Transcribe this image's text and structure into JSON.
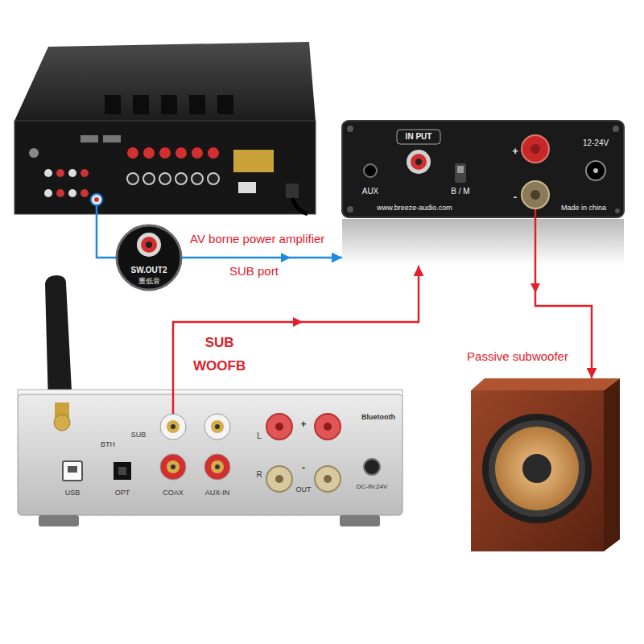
{
  "diagram": {
    "nodes": [
      {
        "text": [
          "SW.OUT2",
          "重低音"
        ]
      },
      {
        "text": [
          "IN PUT",
          "AUX",
          "B / M",
          "+",
          "-",
          "12-24V",
          "www.breeze-audio.com",
          "Made in china"
        ]
      },
      {
        "text": [
          "Bluetooth",
          "BTH",
          "SUB",
          "L",
          "R",
          "USB",
          "OPT",
          "COAX",
          "AUX-IN",
          "+",
          "-",
          "OUT",
          "DC-IN:24V"
        ]
      },
      {
        "text": [
          "Passive subwoofer"
        ]
      }
    ],
    "edges": [
      {
        "from": 0,
        "to": 1,
        "arrow": "to"
      },
      {
        "from": 2,
        "to": 1,
        "arrow": "to"
      },
      {
        "from": 1,
        "to": 3,
        "arrow": "to"
      }
    ],
    "labels": [
      "AV borne power amplifier",
      "SUB port",
      "SUB WOOFB"
    ]
  }
}
